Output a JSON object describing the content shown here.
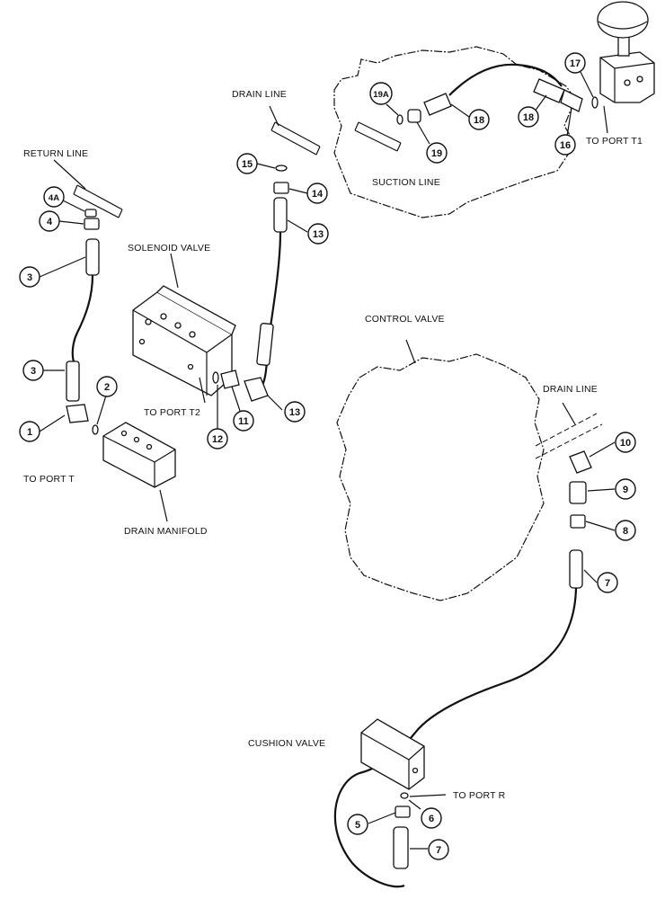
{
  "labels": {
    "return_line": "RETURN LINE",
    "drain_line_top": "DRAIN LINE",
    "solenoid_valve": "SOLENOID VALVE",
    "to_port_t2": "TO PORT T2",
    "to_port_t": "TO PORT T",
    "drain_manifold": "DRAIN MANIFOLD",
    "suction_line": "SUCTION LINE",
    "to_port_t1": "TO PORT T1",
    "control_valve": "CONTROL VALVE",
    "drain_line_right": "DRAIN LINE",
    "cushion_valve": "CUSHION VALVE",
    "to_port_r": "TO PORT R"
  },
  "callouts": {
    "c4a": "4A",
    "c4": "4",
    "c3a": "3",
    "c3b": "3",
    "c1": "1",
    "c2": "2",
    "c12": "12",
    "c11": "11",
    "c13a": "13",
    "c13b": "13",
    "c14": "14",
    "c15": "15",
    "c19a": "19A",
    "c19": "19",
    "c18a": "18",
    "c18b": "18",
    "c16": "16",
    "c17": "17",
    "c10": "10",
    "c9": "9",
    "c8": "8",
    "c7a": "7",
    "c5": "5",
    "c6": "6",
    "c7b": "7"
  }
}
